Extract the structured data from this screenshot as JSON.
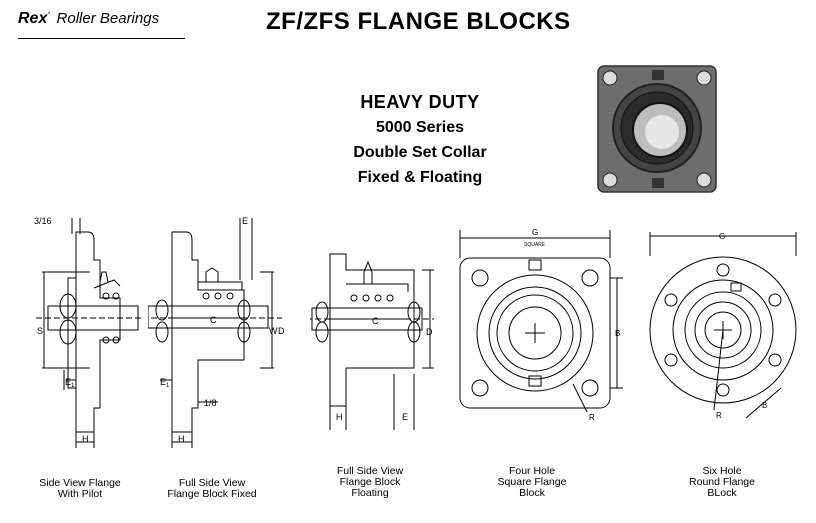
{
  "header": {
    "brand_rex": "Rex",
    "brand_rest": "Roller Bearings",
    "title": "ZF/ZFS FLANGE BLOCKS"
  },
  "subtitle": {
    "line1": "HEAVY DUTY",
    "line2": "5000 Series",
    "line3": "Double Set Collar",
    "line4": "Fixed & Floating"
  },
  "dims": {
    "d316": "3/16",
    "E": "E",
    "S": "S",
    "C": "C",
    "W": "W",
    "D": "D",
    "E1": "E",
    "E1_sub": "1",
    "H": "H",
    "d18": "1/8",
    "G": "G",
    "square": "SQUARE",
    "B": "B",
    "R": "R"
  },
  "captions": {
    "c1_l1": "Side View Flange",
    "c1_l2": "With Pilot",
    "c2_l1": "Full Side View",
    "c2_l2": "Flange Block Fixed",
    "c3_l1": "Full Side View",
    "c3_l2": "Flange Block",
    "c3_l3": "Floating",
    "c4_l1": "Four Hole",
    "c4_l2": "Square Flange",
    "c4_l3": "Block",
    "c5_l1": "Six Hole",
    "c5_l2": "Round Flange",
    "c5_l3": "BLock"
  },
  "colors": {
    "ink": "#000000",
    "photo_body": "#6d6d6d",
    "photo_dark": "#2b2b2b"
  }
}
